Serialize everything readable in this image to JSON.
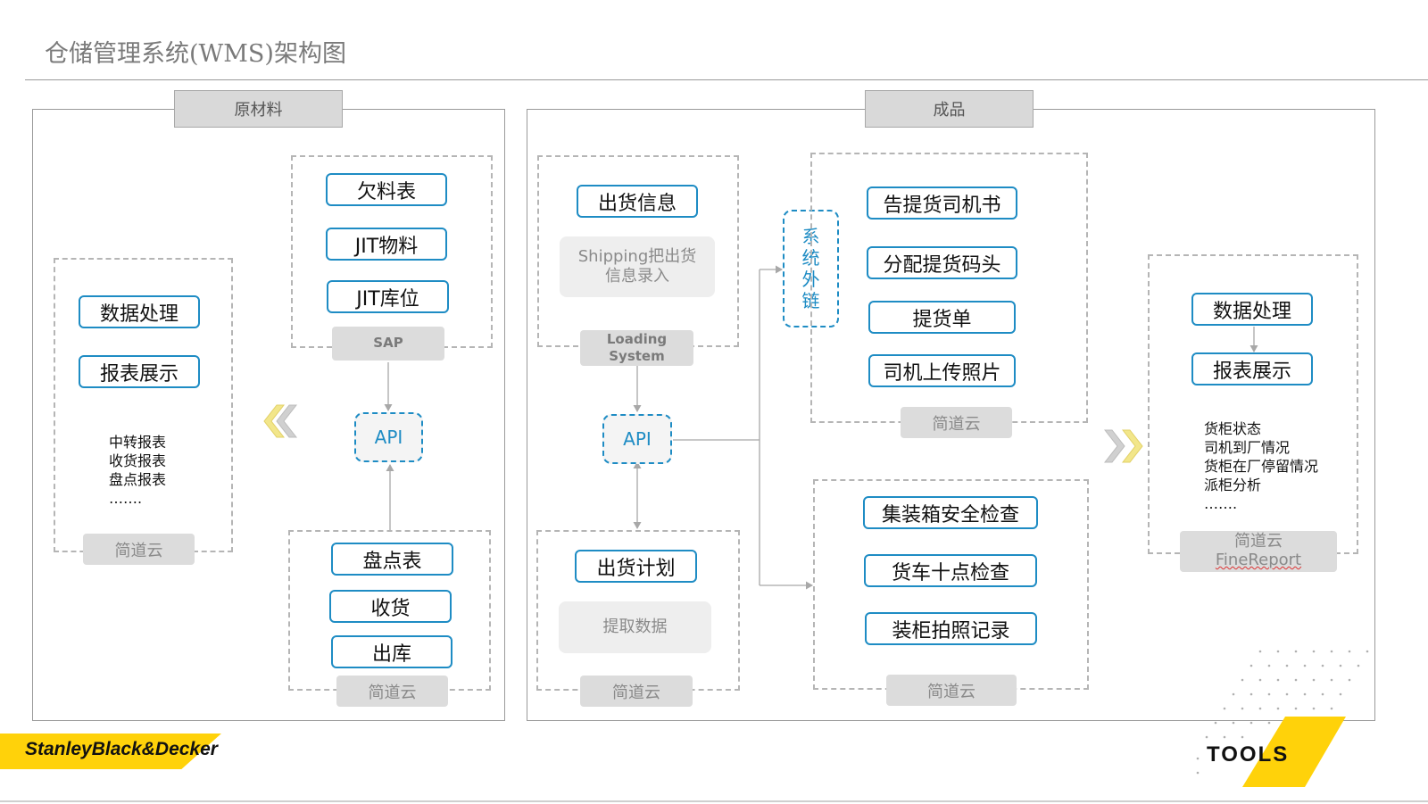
{
  "title": "仓储管理系统(WMS)架构图",
  "sections": {
    "raw": "原材料",
    "finished": "成品"
  },
  "left_panel": {
    "items": [
      "数据处理",
      "报表展示"
    ],
    "reports": [
      "中转报表",
      "收货报表",
      "盘点报表",
      "……."
    ],
    "platform": "简道云"
  },
  "sap_group": {
    "items": [
      "欠料表",
      "JIT物料",
      "JIT库位"
    ],
    "label": "SAP"
  },
  "raw_api": "API",
  "raw_bottom_group": {
    "items": [
      "盘点表",
      "收货",
      "出库"
    ],
    "label": "简道云"
  },
  "loading_group": {
    "item": "出货信息",
    "note": "Shipping把出货信息录入",
    "label": "Loading System"
  },
  "fin_api": "API",
  "plan_group": {
    "item": "出货计划",
    "note": "提取数据",
    "label": "简道云"
  },
  "system_link": [
    "系",
    "统",
    "外",
    "链"
  ],
  "driver_group": {
    "items": [
      "告提货司机书",
      "分配提货码头",
      "提货单",
      "司机上传照片"
    ],
    "label": "简道云"
  },
  "check_group": {
    "items": [
      "集装箱安全检查",
      "货车十点检查",
      "装柜拍照记录"
    ],
    "label": "简道云"
  },
  "right_panel": {
    "items": [
      "数据处理",
      "报表展示"
    ],
    "reports": [
      "货柜状态",
      "司机到厂情况",
      "货柜在厂停留情况",
      "派柜分析",
      "……."
    ],
    "platform_top": "简道云",
    "platform_bottom": "FineReport"
  },
  "brand": {
    "company": "StanleyBlack&Decker",
    "tools": "TOOLS"
  },
  "colors": {
    "accent_blue": "#1e8cc4",
    "brand_yellow": "#ffd20a",
    "arrow_left_yellow": "#f2e68a",
    "arrow_grey": "#c8c8c8"
  }
}
